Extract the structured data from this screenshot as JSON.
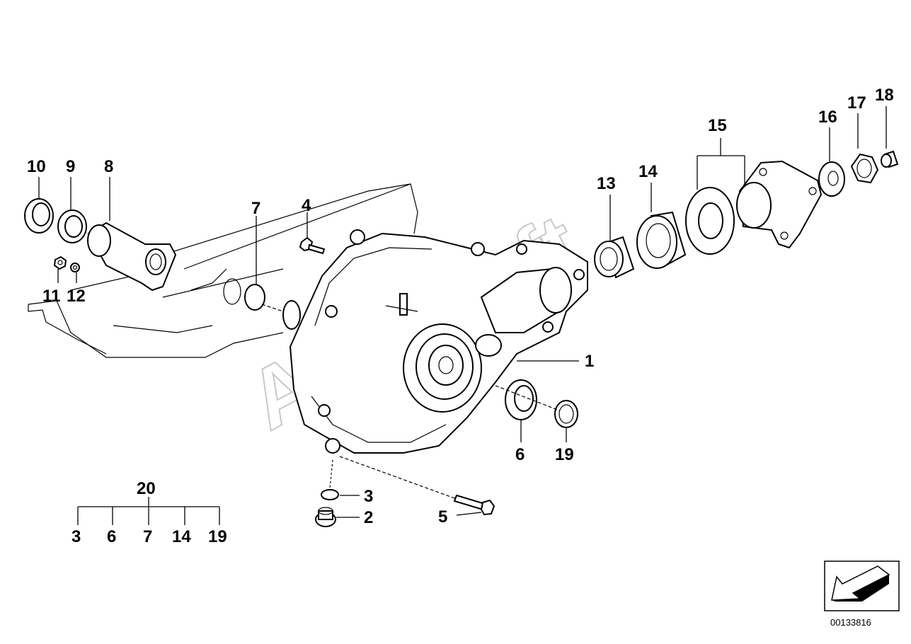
{
  "watermark": "AutoSoft",
  "diagram_number": "00133816",
  "callouts": {
    "c1": "1",
    "c2": "2",
    "c3": "3",
    "c4": "4",
    "c5": "5",
    "c6": "6",
    "c7": "7",
    "c8": "8",
    "c9": "9",
    "c10": "10",
    "c11": "11",
    "c12": "12",
    "c13": "13",
    "c14": "14",
    "c15": "15",
    "c16": "16",
    "c17": "17",
    "c18": "18",
    "c19": "19",
    "c20": "20"
  },
  "kit": {
    "label": "20",
    "items": [
      "3",
      "6",
      "7",
      "14",
      "19"
    ]
  },
  "icons": {
    "direction_arrow": "arrow-lower-left-icon"
  }
}
